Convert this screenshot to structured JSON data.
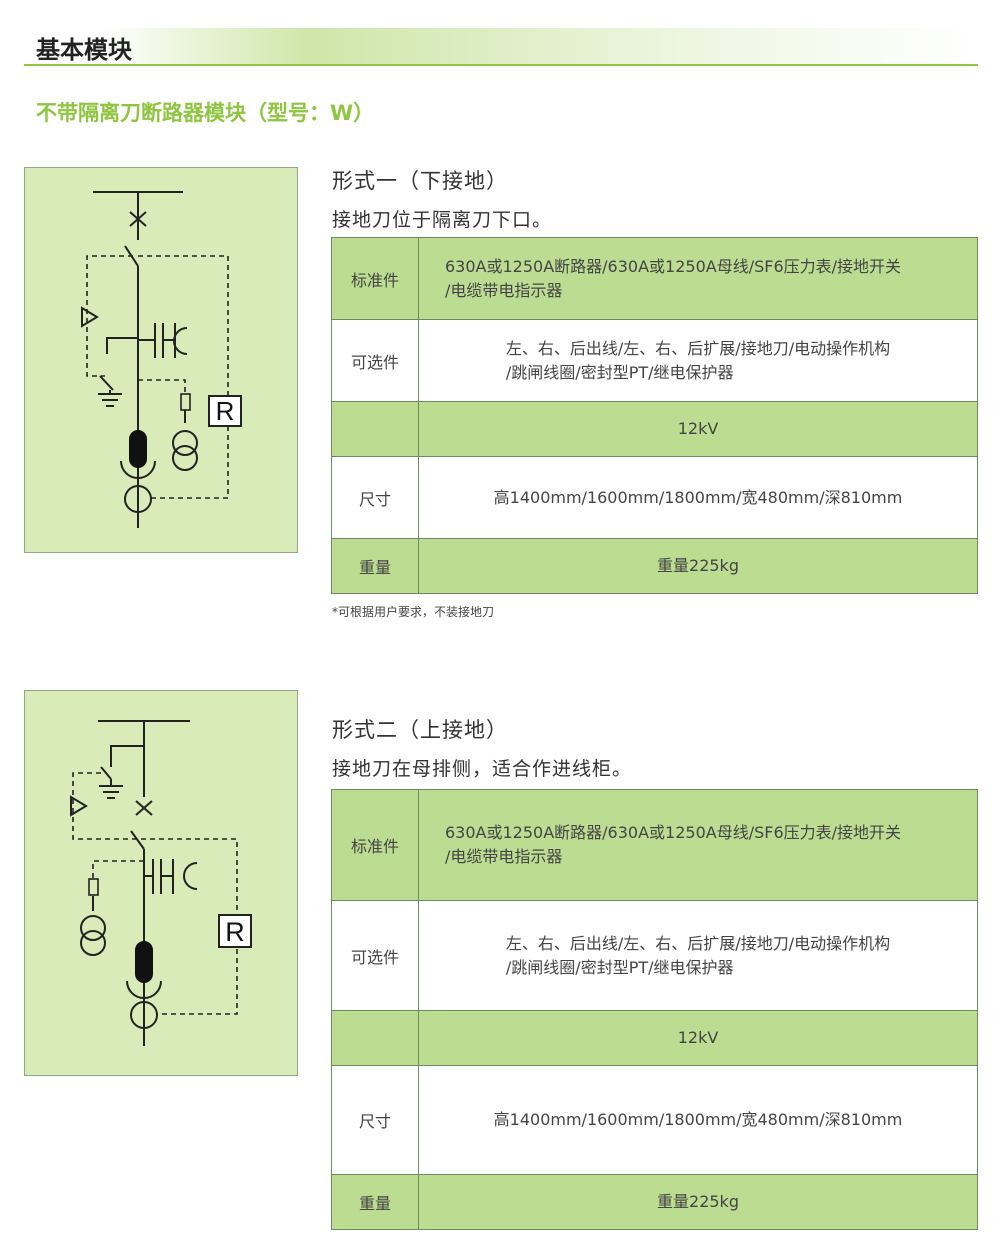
{
  "header": {
    "title": "基本模块"
  },
  "subtitle": "不带隔离刀断路器模块（型号：W）",
  "forms": [
    {
      "title": "形式一（下接地）",
      "desc": "接地刀位于隔离刀下口。",
      "rows": [
        {
          "label": "标准件",
          "value_line1": "630A或1250A断路器/630A或1250A母线/SF6压力表/接地开关",
          "value_line2": "/电缆带电指示器"
        },
        {
          "label": "可选件",
          "value_line1": "左、右、后出线/左、右、后扩展/接地刀/电动操作机构",
          "value_line2": "/跳闸线圈/密封型PT/继电保护器"
        },
        {
          "label": "",
          "value": "12kV"
        },
        {
          "label": "尺寸",
          "value": "高1400mm/1600mm/1800mm/宽480mm/深810mm"
        },
        {
          "label": "重量",
          "value": "重量225kg"
        }
      ],
      "note": "*可根据用户要求，不装接地刀"
    },
    {
      "title": "形式二（上接地）",
      "desc": "接地刀在母排侧，适合作进线柜。",
      "rows": [
        {
          "label": "标准件",
          "value_line1": "630A或1250A断路器/630A或1250A母线/SF6压力表/接地开关",
          "value_line2": "/电缆带电指示器"
        },
        {
          "label": "可选件",
          "value_line1": "左、右、后出线/左、右、后扩展/接地刀/电动操作机构",
          "value_line2": "/跳闸线圈/密封型PT/继电保护器"
        },
        {
          "label": "",
          "value": "12kV"
        },
        {
          "label": "尺寸",
          "value": "高1400mm/1600mm/1800mm/宽480mm/深810mm"
        },
        {
          "label": "重量",
          "value": "重量225kg"
        }
      ]
    }
  ],
  "diagram_labels": {
    "relay": "R"
  }
}
